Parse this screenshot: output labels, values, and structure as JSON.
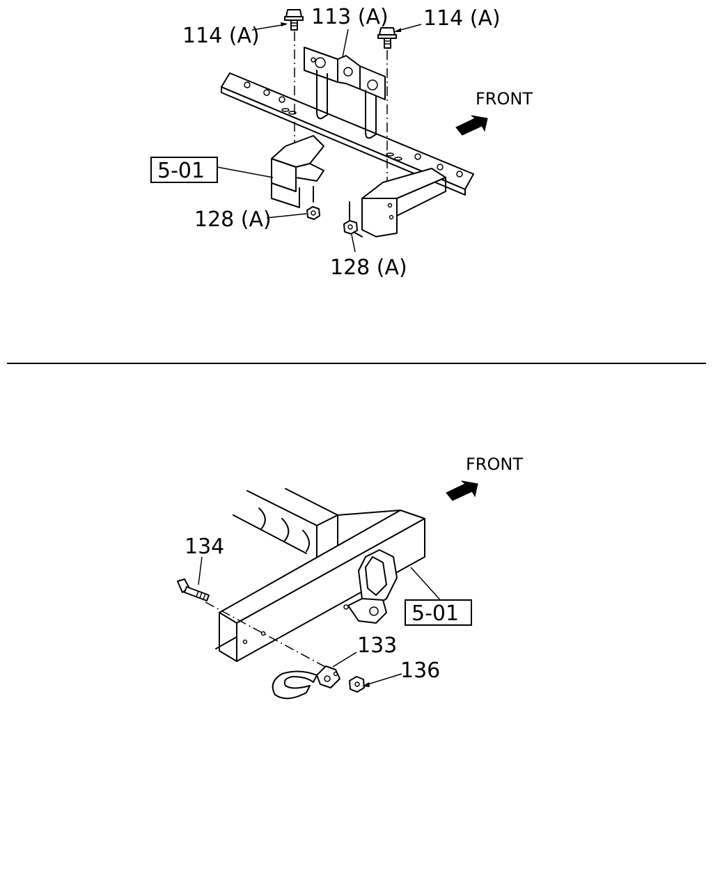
{
  "upper_diagram": {
    "labels": {
      "bolt_left": "114 (A)",
      "bracket": "113 (A)",
      "bolt_right": "114 (A)",
      "front": "FRONT",
      "ref_box": "5-01",
      "nut_left": "128 (A)",
      "nut_bottom": "128 (A)"
    }
  },
  "lower_diagram": {
    "labels": {
      "front": "FRONT",
      "bolt": "134",
      "ref_box": "5-01",
      "hook": "133",
      "nut": "136"
    }
  }
}
